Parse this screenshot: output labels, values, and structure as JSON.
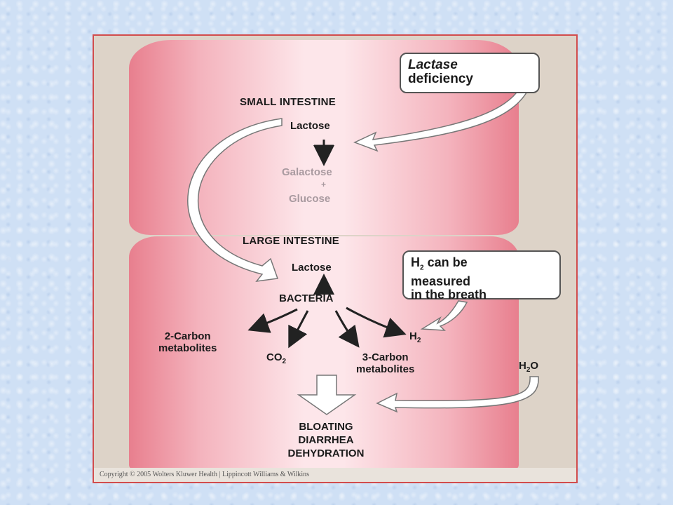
{
  "diagram": {
    "callout_lactase": {
      "line1": "Lactase",
      "line2": "deficiency"
    },
    "callout_h2": {
      "line1": "H",
      "line1_sub": "2",
      "line1_rest": " can be",
      "line2": "measured",
      "line3": "in the breath"
    },
    "small_intestine_heading": "SMALL INTESTINE",
    "lactose_small": "Lactose",
    "galactose": "Galactose",
    "plus": "+",
    "glucose": "Glucose",
    "large_intestine_heading": "LARGE INTESTINE",
    "lactose_large": "Lactose",
    "bacteria": "BACTERIA",
    "two_carbon": {
      "line1": "2-Carbon",
      "line2": "metabolites"
    },
    "co2": {
      "base": "CO",
      "sub": "2"
    },
    "three_carbon": {
      "line1": "3-Carbon",
      "line2": "metabolites"
    },
    "h2": {
      "base": "H",
      "sub": "2"
    },
    "h2o": {
      "base": "H",
      "sub": "2",
      "rest": "O"
    },
    "outcomes": [
      "BLOATING",
      "DIARRHEA",
      "DEHYDRATION"
    ],
    "copyright": "Copyright © 2005 Wolters Kluwer Health | Lippincott Williams & Wilkins"
  }
}
